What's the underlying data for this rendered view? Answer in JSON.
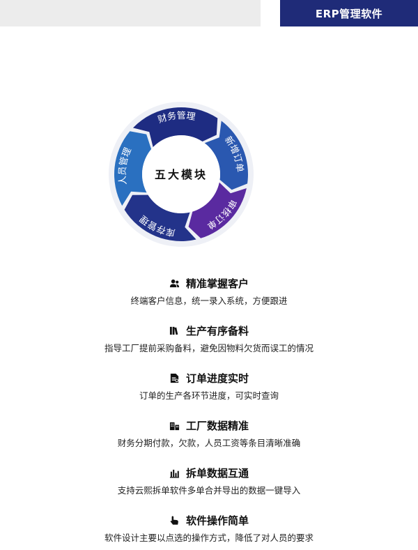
{
  "header": {
    "badge_label": "ERP管理软件",
    "accent_color": "#1f2b78"
  },
  "diagram": {
    "center_label": "五大模块",
    "segments": [
      {
        "label": "新增订单",
        "color": "#2a58b0"
      },
      {
        "label": "审核订单",
        "color": "#5a2aa0"
      },
      {
        "label": "库存管理",
        "color": "#23338a"
      },
      {
        "label": "人员管理",
        "color": "#2a70c0"
      },
      {
        "label": "财务管理",
        "color": "#1e2c82"
      }
    ]
  },
  "features": [
    {
      "icon": "users-icon",
      "title": "精准掌握客户",
      "desc": "终端客户信息，统一录入系统，方便跟进"
    },
    {
      "icon": "books-icon",
      "title": "生产有序备料",
      "desc": "指导工厂提前采购备料，避免因物料欠货而误工的情况"
    },
    {
      "icon": "document-icon",
      "title": "订单进度实时",
      "desc": "订单的生产各环节进度，可实时查询"
    },
    {
      "icon": "building-icon",
      "title": "工厂数据精准",
      "desc": "财务分期付款，欠款，人员工资等条目清晰准确"
    },
    {
      "icon": "bar-chart-icon",
      "title": "拆单数据互通",
      "desc": "支持云熙拆单软件多单合并导出的数据一键导入"
    },
    {
      "icon": "pointer-hand-icon",
      "title": "软件操作简单",
      "desc": "软件设计主要以点选的操作方式，降低了对人员的要求"
    }
  ]
}
